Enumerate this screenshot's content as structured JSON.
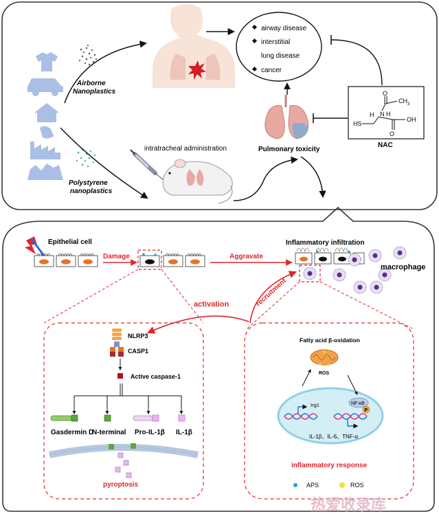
{
  "top_panel": {
    "airborne_label_1": "Airborne",
    "airborne_label_2": "Nanoplastics",
    "polystyrene_label_1": "Polystyrene",
    "polystyrene_label_2": "nanoplastics",
    "admin_label": "intratracheal administration",
    "diseases": [
      "airway disease",
      "interstitial",
      "lung  disease",
      "cancer"
    ],
    "pulmonary_toxicity": "Pulmonary toxicity",
    "nac": {
      "name": "NAC",
      "atom_o_top": "O",
      "atom_ch3": "CH",
      "atom_ch3_sub": "3",
      "atom_nh": "N",
      "atom_h_nh": "H",
      "atom_h_chiral": "H",
      "atom_hs": "HS",
      "atom_o_bottom": "O",
      "atom_oh": "OH"
    }
  },
  "bottom_panel": {
    "epithelial_cell": "Epithelial cell",
    "damage": "Damage",
    "aggravate": "Aggravate",
    "inflammatory_infiltration": "Inflammatory infiltration",
    "macrophage": "macrophage",
    "activation": "activation",
    "recruitment": "recruitment",
    "left_box": {
      "nlrp3": "NLRP3",
      "casp1": "CASP1",
      "active_caspase": "Active caspase-1",
      "gasdermin": "Gasdermin D",
      "n_terminal": "N-terminal",
      "pro_il": "Pro-IL-1β",
      "il": "IL-1β",
      "pyroptosis": "pyroptosis"
    },
    "right_box": {
      "fatty_acid": "Fatty acid β-oxidation",
      "ros_mito": "ROS",
      "irg1": "Irg1",
      "nfkb": "NF-κB",
      "p": "P",
      "cytokines": "IL-1β、IL-6、TNF-α",
      "inflammatory_response": "inflammatory response",
      "legend_aps": "APS",
      "legend_ros": "ROS"
    }
  },
  "watermark": "热爱收录库",
  "colors": {
    "red": "#e0262a",
    "dark": "#111111",
    "icon_blue": "#a9bfe6",
    "lung_pink": "#e8a9a3",
    "aps_blue": "#1fa3d8",
    "ros_yellow": "#f0e22a",
    "cell_orange": "#e8731f",
    "dna_blue": "#2d6fd0",
    "dna_pink": "#e2357a"
  }
}
